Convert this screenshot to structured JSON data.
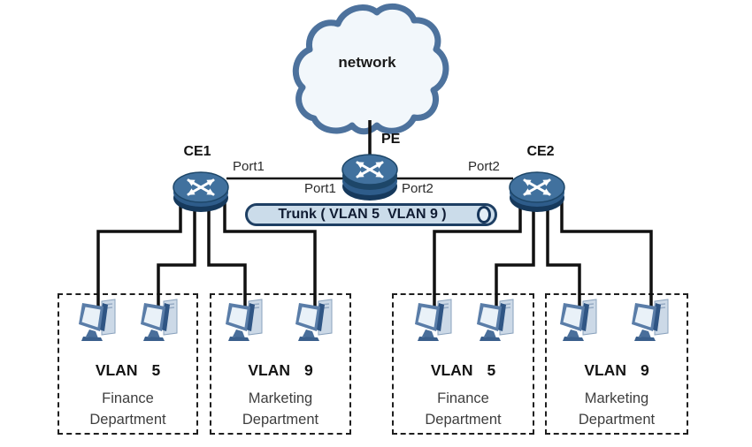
{
  "diagram": {
    "cloud": {
      "label": "network"
    },
    "pe": {
      "label": "PE",
      "port_left": "Port1",
      "port_right": "Port2"
    },
    "ce1": {
      "label": "CE1",
      "port": "Port1"
    },
    "ce2": {
      "label": "CE2",
      "port": "Port2"
    },
    "trunk": {
      "label": "Trunk ( VLAN 5  VLAN 9 )"
    },
    "groups": [
      {
        "vlan_name": "VLAN",
        "vlan_id": "5",
        "dept_line1": "Finance",
        "dept_line2": "Department"
      },
      {
        "vlan_name": "VLAN",
        "vlan_id": "9",
        "dept_line1": "Marketing",
        "dept_line2": "Department"
      },
      {
        "vlan_name": "VLAN",
        "vlan_id": "5",
        "dept_line1": "Finance",
        "dept_line2": "Department"
      },
      {
        "vlan_name": "VLAN",
        "vlan_id": "9",
        "dept_line1": "Marketing",
        "dept_line2": "Department"
      }
    ],
    "colors": {
      "router_top": "#41719e",
      "router_rim_dark": "#16395c",
      "router_rim_mid": "#2e5c8a",
      "cloud_fill": "#f2f7fb",
      "cloud_stroke": "#4d729d",
      "trunk_fill": "#cbdcea",
      "trunk_border": "#1e3f63",
      "line": "#111111"
    }
  }
}
